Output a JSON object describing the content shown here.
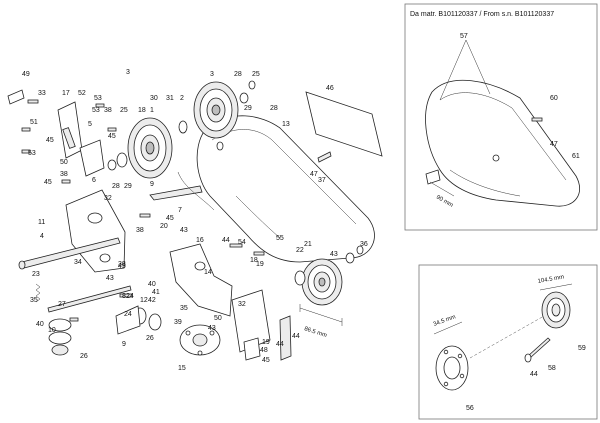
{
  "inset_top": {
    "title": "Da matr. B101120337 / From s.n. B101120337",
    "labels": [
      "57",
      "60",
      "47",
      "61"
    ],
    "dimension": "90 mm"
  },
  "inset_bottom": {
    "labels": [
      "56",
      "44",
      "58",
      "59"
    ],
    "dimensions": [
      "34.5 mm",
      "104.5 mm"
    ]
  },
  "main": {
    "labels": {
      "n49": "49",
      "n33": "33",
      "n17": "17",
      "n52": "52",
      "n51": "51",
      "n53a": "53",
      "n50": "50",
      "n3a": "3",
      "n30": "30",
      "n31": "31",
      "n2": "2",
      "n3b": "3",
      "n28a": "28",
      "n25a": "25",
      "n46": "46",
      "n53b": "53",
      "n38a": "38",
      "n25b": "25",
      "n18": "18",
      "n1": "1",
      "n5": "5",
      "n45a": "45",
      "n29a": "29",
      "n28b": "28",
      "n45b": "45",
      "n53c": "53",
      "n6": "6",
      "n32": "32",
      "n13": "13",
      "n45c": "45",
      "n38b": "38",
      "n28c": "28",
      "n29b": "29",
      "n47": "47",
      "n37": "37",
      "n9a": "9",
      "n4": "4",
      "n7": "7",
      "n45d": "45",
      "n11": "11",
      "n20": "20",
      "n43a": "43",
      "n16": "16",
      "n44a": "44",
      "n21": "21",
      "n22": "22",
      "n55": "55",
      "n36": "36",
      "n38c": "38",
      "n34": "34",
      "n54": "54",
      "n43b": "43",
      "n23": "23",
      "n14": "14",
      "n45e": "45",
      "n8": "8",
      "n43c": "43",
      "n40a": "40",
      "n41": "41",
      "n42": "42",
      "n18b": "18",
      "n19": "19",
      "n27": "27",
      "n35": "35",
      "n24a": "24",
      "n10": "10",
      "n40b": "40",
      "n24b": "24",
      "n12": "12",
      "n50b": "50",
      "n32b": "32",
      "n39": "39",
      "n26a": "26",
      "n26b": "26",
      "n9b": "9",
      "n15": "15",
      "n43d": "43",
      "n44b": "44",
      "n19b": "19",
      "n48": "48",
      "n45f": "45",
      "n44c": "44",
      "n38d": "38",
      "n35b": "35"
    },
    "dimension": "86.5 mm"
  }
}
